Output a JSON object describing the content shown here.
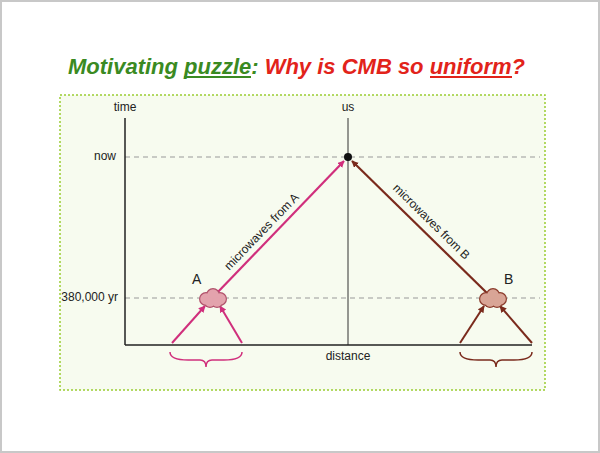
{
  "diagram": {
    "title": "Motivating puzzle:",
    "nodes": [
      {
        "text": [
          "A"
        ]
      },
      {
        "text": [
          "B"
        ]
      }
    ],
    "labels": [
      "Why is CMB so uniform?",
      "time",
      "us",
      "now",
      "microwaves from A",
      "microwaves from B",
      "380,000 yr",
      "distance"
    ]
  }
}
